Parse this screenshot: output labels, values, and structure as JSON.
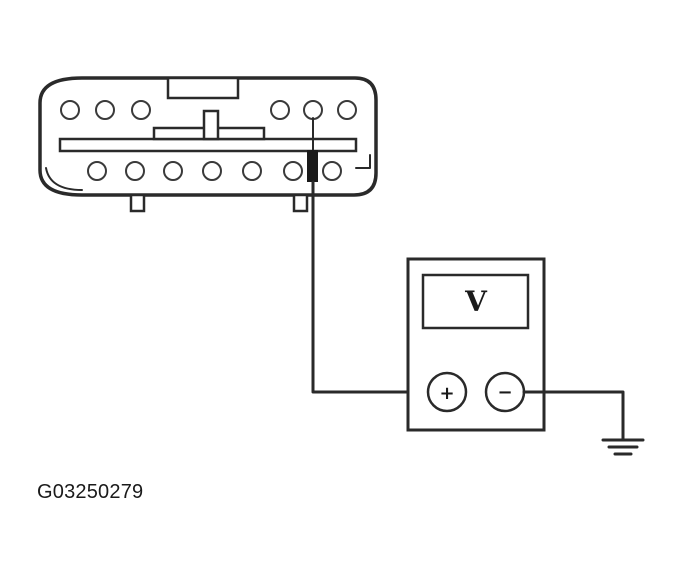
{
  "figure": {
    "id": "G03250279"
  },
  "meter": {
    "display_symbol": "V",
    "positive_symbol": "+",
    "negative_symbol": "−"
  },
  "connector": {
    "top_row_pins": 6,
    "bottom_row_pins": 7
  }
}
